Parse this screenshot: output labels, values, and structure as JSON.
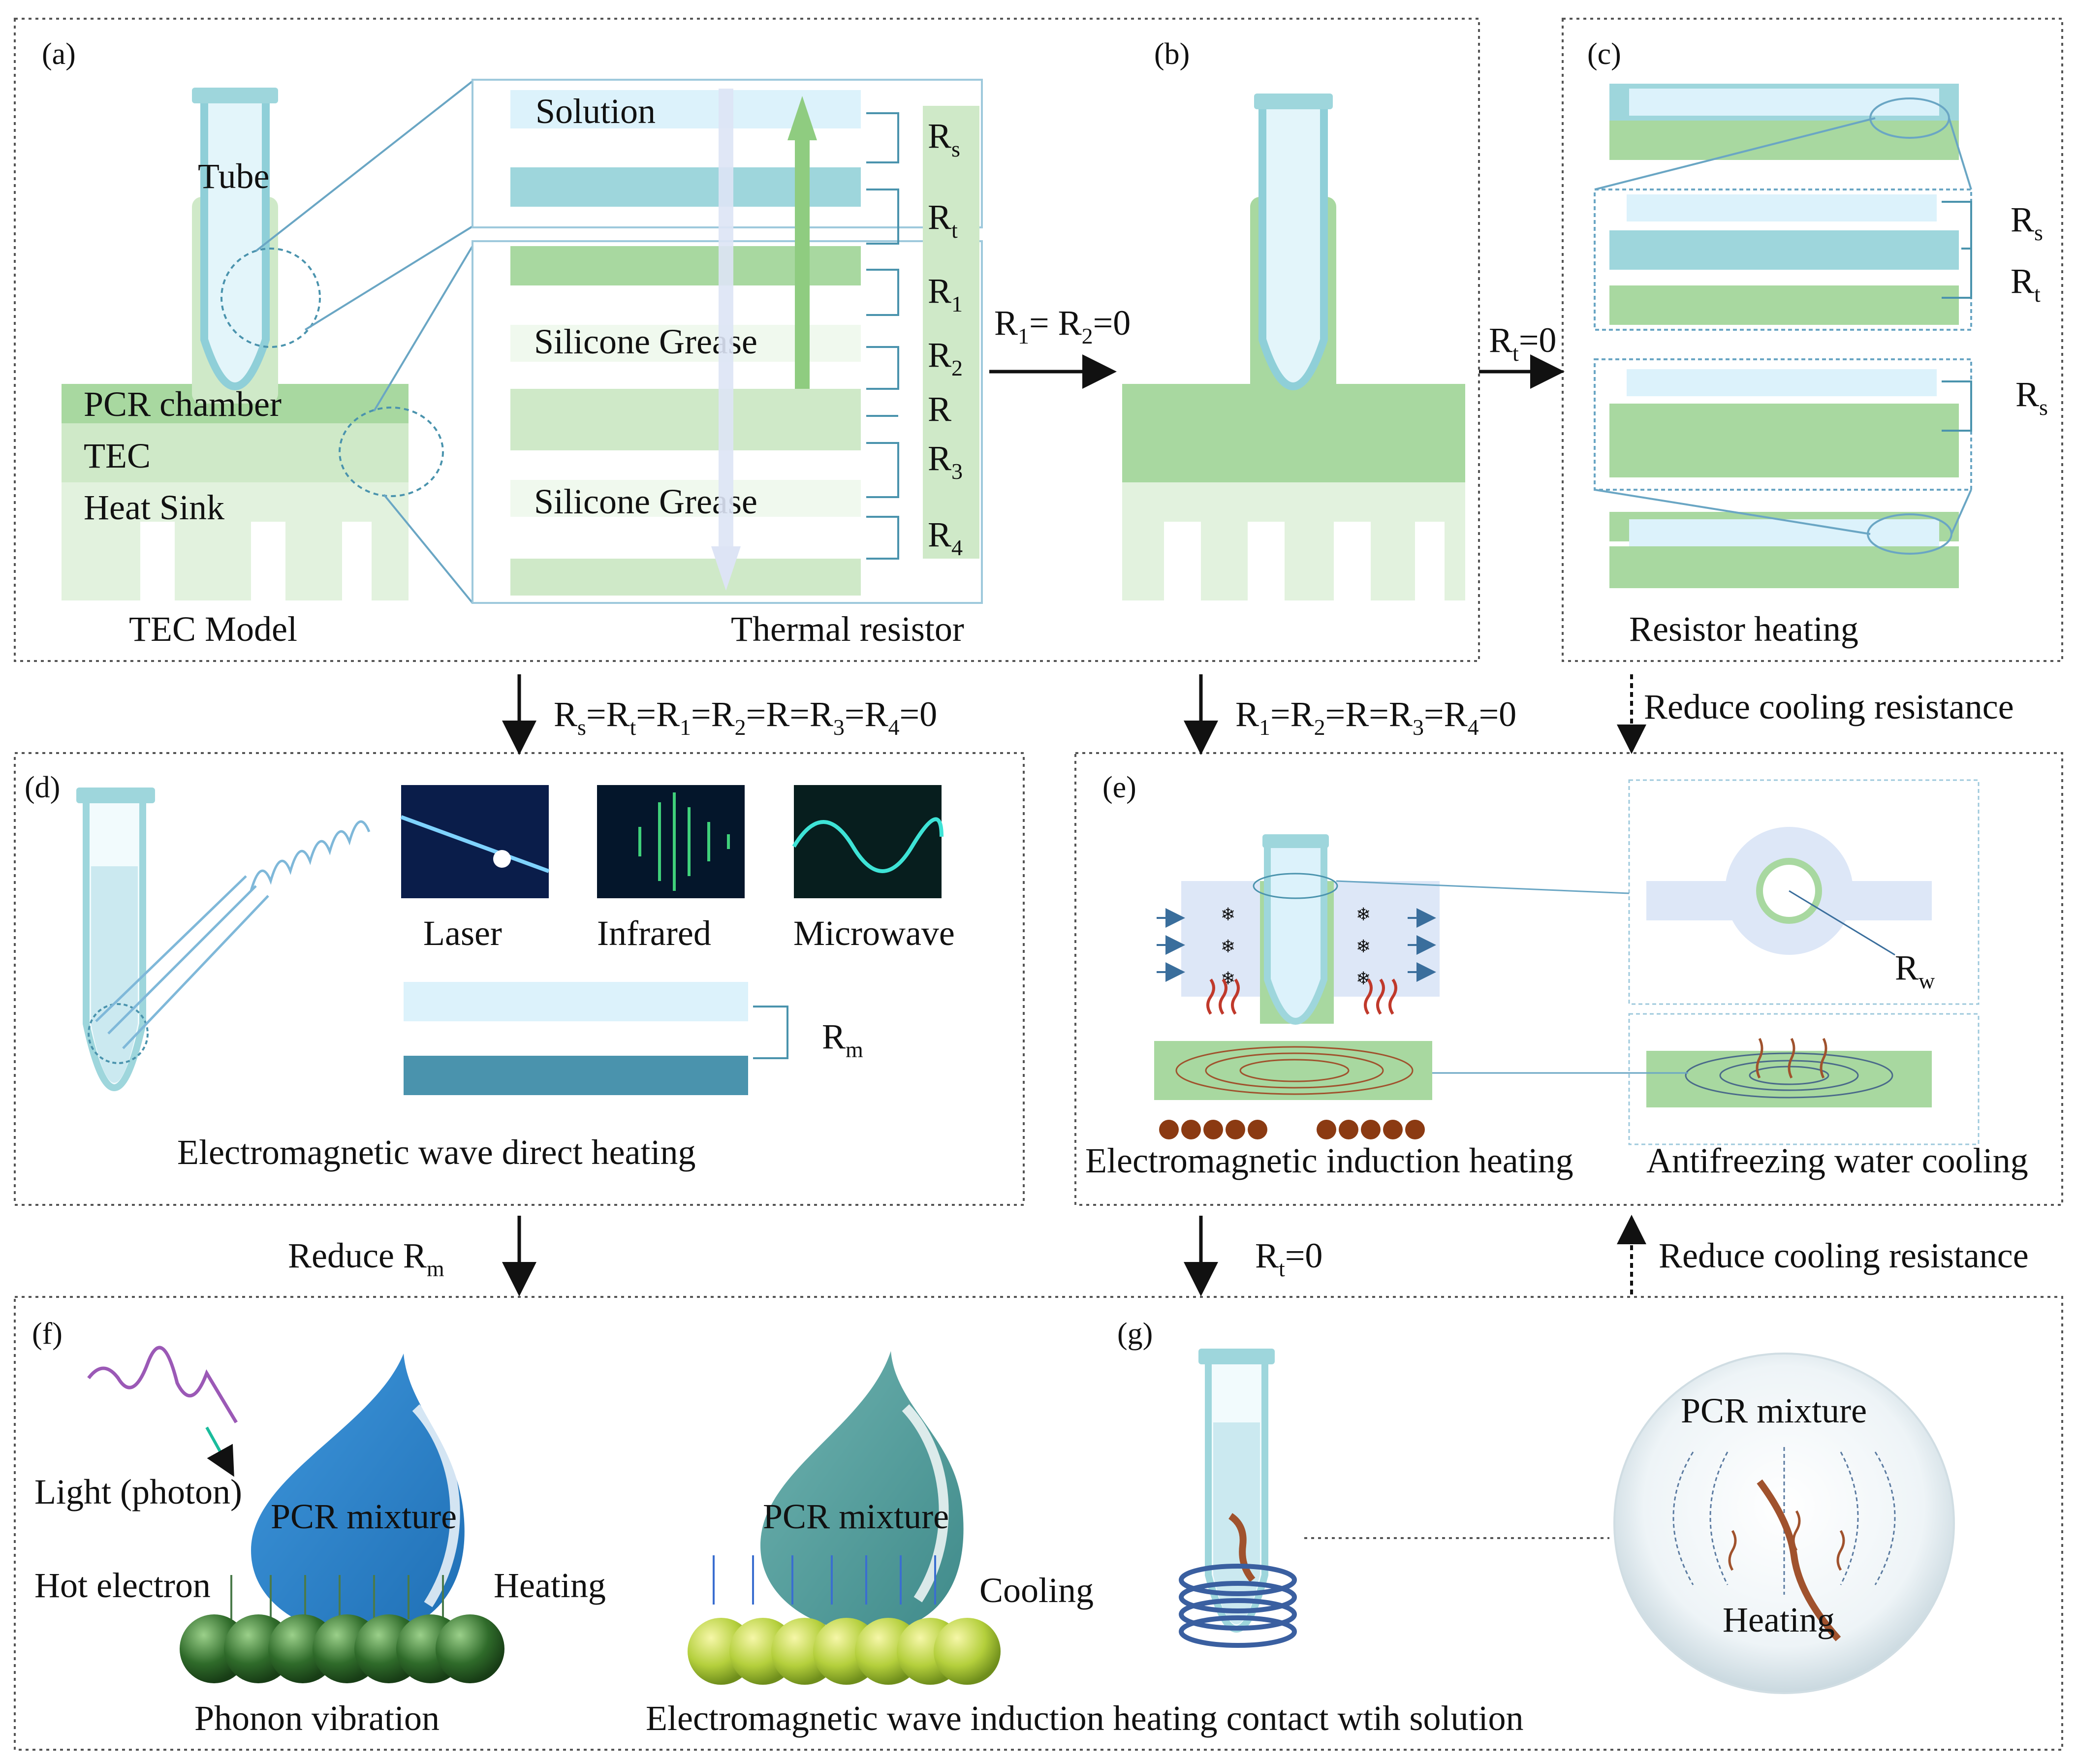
{
  "panels": {
    "a": {
      "letter": "(a)",
      "tube": "Tube",
      "pcr_chamber": "PCR chamber",
      "tec": "TEC",
      "heat_sink": "Heat Sink",
      "caption_left": "TEC Model",
      "solution": "Solution",
      "grease1": "Silicone Grease",
      "grease2": "Silicone Grease",
      "caption_right": "Thermal resistor",
      "resistors": [
        {
          "main": "R",
          "sub": "s"
        },
        {
          "main": "R",
          "sub": "t"
        },
        {
          "main": "R",
          "sub": "1"
        },
        {
          "main": "R",
          "sub": "2"
        },
        {
          "main": "R",
          "sub": ""
        },
        {
          "main": "R",
          "sub": "3"
        },
        {
          "main": "R",
          "sub": "4"
        }
      ]
    },
    "b": {
      "letter": "(b)"
    },
    "c": {
      "letter": "(c)",
      "caption": "Resistor heating",
      "rs1": "R",
      "rs1_sub": "s",
      "rt": "R",
      "rt_sub": "t",
      "rs2": "R",
      "rs2_sub": "s"
    },
    "d": {
      "letter": "(d)",
      "laser": "Laser",
      "infrared": "Infrared",
      "microwave": "Microwave",
      "rm": "R",
      "rm_sub": "m",
      "caption": "Electromagnetic wave direct heating"
    },
    "e": {
      "letter": "(e)",
      "rw": "R",
      "rw_sub": "w",
      "caption_left": "Electromagnetic induction heating",
      "caption_right": "Antifreezing water cooling"
    },
    "f": {
      "letter": "(f)",
      "light": "Light (photon)",
      "hot_electron": "Hot electron",
      "pcr1": "PCR mixture",
      "heating": "Heating",
      "phonon": "Phonon vibration",
      "pcr2": "PCR mixture",
      "cooling": "Cooling",
      "caption": "Electromagnetic wave induction heating contact wtih solution"
    },
    "g": {
      "letter": "(g)",
      "pcr": "PCR mixture",
      "heating": "Heating"
    }
  },
  "arrows": {
    "a_to_b": {
      "p1": "R",
      "s1": "1",
      "p2": "= R",
      "s2": "2",
      "p3": "=0"
    },
    "b_to_c": {
      "p1": "R",
      "s1": "t",
      "p2": "=0"
    },
    "a_to_d": {
      "p1": "R",
      "s1": "s",
      "p2": "=R",
      "s2": "t",
      "p3": "=R",
      "s3": "1",
      "p4": "=R",
      "s4": "2",
      "p5": "=R=R",
      "s5": "3",
      "p6": "=R",
      "s6": "4",
      "p7": "=0"
    },
    "b_to_e": {
      "p1": "R",
      "s1": "1",
      "p2": "=R",
      "s2": "2",
      "p3": "=R=R",
      "s3": "3",
      "p4": "=R",
      "s4": "4",
      "p5": "=0"
    },
    "c_to_e": "Reduce cooling  resistance",
    "d_to_f": {
      "p1": "Reduce R",
      "s1": "m"
    },
    "e_to_g": {
      "p1": "R",
      "s1": "t",
      "p2": "=0"
    },
    "g_to_e": "Reduce cooling  resistance"
  },
  "colors": {
    "green_light": "#cfe9c8",
    "green_mid": "#a8d8a0",
    "teal": "#9ed6dc",
    "blue_light": "#dcf2fb",
    "dark_teal": "#4a93ad"
  }
}
